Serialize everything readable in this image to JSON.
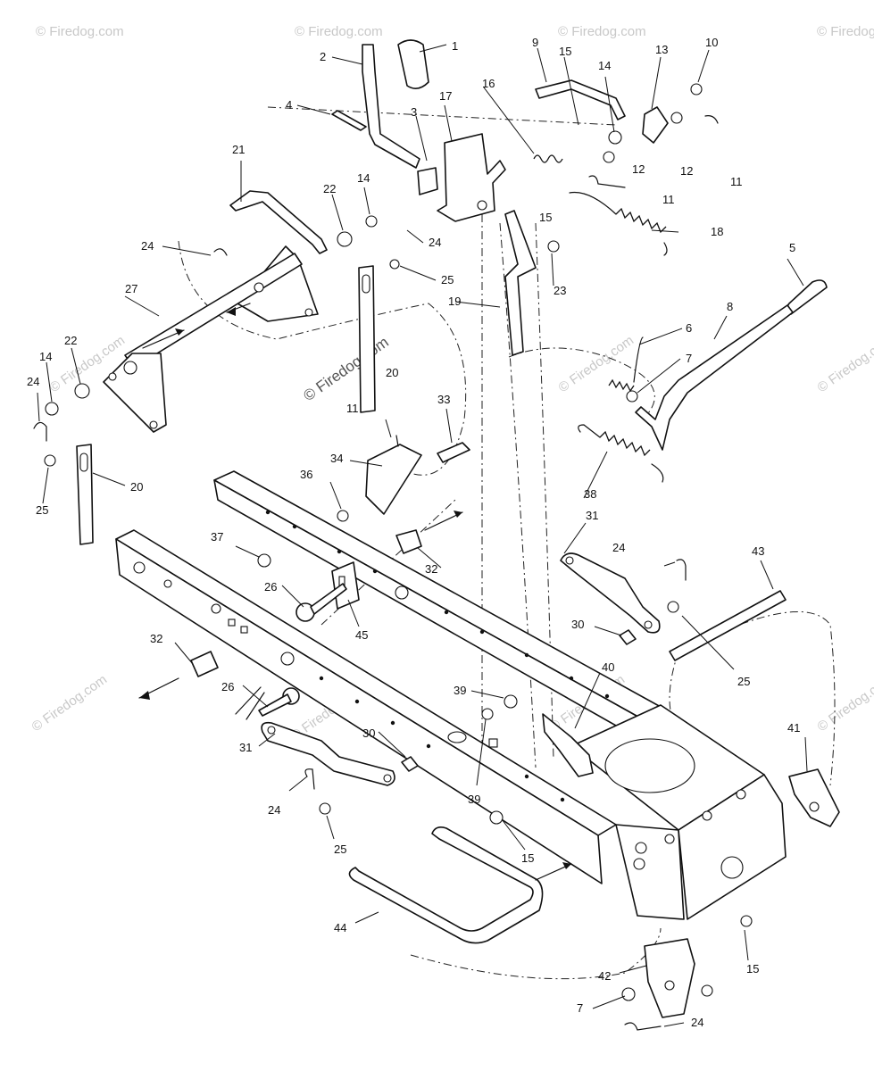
{
  "watermark": {
    "main": "© Firedog.com",
    "repeat": "© Firedog.com"
  },
  "colors": {
    "line": "#111111",
    "background": "#ffffff",
    "watermark": "#c8c8c8"
  },
  "callouts": {
    "c1": "1",
    "c2": "2",
    "c3": "3",
    "c4": "4",
    "c5": "5",
    "c6": "6",
    "c7a": "7",
    "c7b": "7",
    "c8": "8",
    "c9": "9",
    "c10": "10",
    "c11a": "11",
    "c11b": "11",
    "c11c": "11",
    "c12a": "12",
    "c12b": "12",
    "c13": "13",
    "c14a": "14",
    "c14b": "14",
    "c14c": "14",
    "c15a": "15",
    "c15b": "15",
    "c15c": "15",
    "c15d": "15",
    "c15e": "15",
    "c16": "16",
    "c17": "17",
    "c18": "18",
    "c19": "19",
    "c20a": "20",
    "c20b": "20",
    "c21": "21",
    "c22a": "22",
    "c22b": "22",
    "c23": "23",
    "c24a": "24",
    "c24b": "24",
    "c24c": "24",
    "c24d": "24",
    "c24e": "24",
    "c24f": "24",
    "c25a": "25",
    "c25b": "25",
    "c25c": "25",
    "c25d": "25",
    "c26a": "26",
    "c26b": "26",
    "c27": "27",
    "c30a": "30",
    "c30b": "30",
    "c31a": "31",
    "c31b": "31",
    "c32a": "32",
    "c32b": "32",
    "c33": "33",
    "c34": "34",
    "c36": "36",
    "c37": "37",
    "c38": "38",
    "c39a": "39",
    "c39b": "39",
    "c40": "40",
    "c41": "41",
    "c42": "42",
    "c43": "43",
    "c44": "44",
    "c45": "45"
  }
}
